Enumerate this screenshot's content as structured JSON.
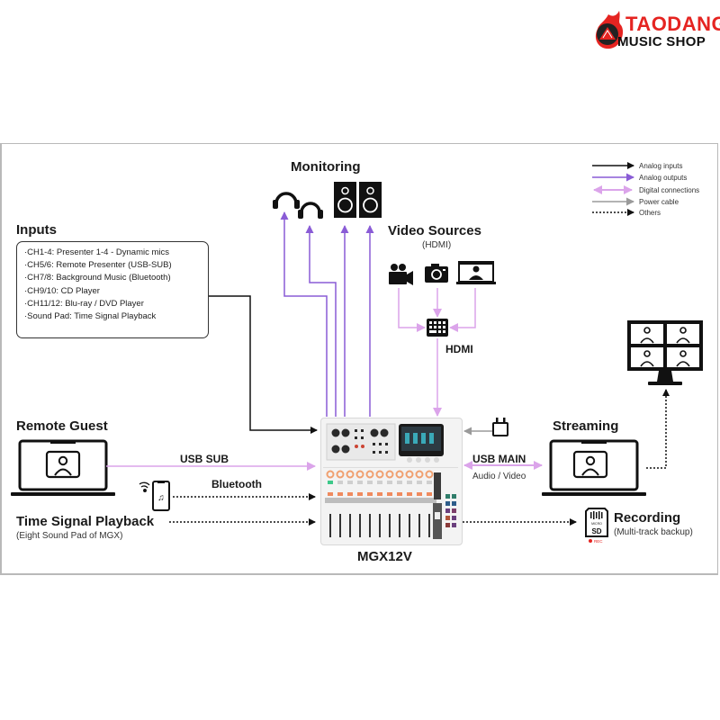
{
  "brand": {
    "name_top": "TAODANG",
    "name_bottom": "MUSIC SHOP",
    "accent_color": "#e52421"
  },
  "legend": {
    "items": [
      {
        "label": "Analog inputs",
        "style": "solid",
        "color": "#111111"
      },
      {
        "label": "Analog outputs",
        "style": "solid",
        "color": "#8a5cd6"
      },
      {
        "label": "Digital connections",
        "style": "double-arrow",
        "color": "#dba4ea"
      },
      {
        "label": "Power cable",
        "style": "solid",
        "color": "#9a9a9a"
      },
      {
        "label": "Others",
        "style": "dotted",
        "color": "#111111"
      }
    ]
  },
  "monitoring": {
    "title": "Monitoring",
    "devices": [
      "headphones-1",
      "headphones-2",
      "speaker-1",
      "speaker-2"
    ]
  },
  "inputs": {
    "title": "Inputs",
    "items": [
      "·CH1-4: Presenter 1-4 - Dynamic mics",
      "·CH5/6: Remote Presenter (USB-SUB)",
      "·CH7/8: Background Music (Bluetooth)",
      "·CH9/10: CD Player",
      "·CH11/12: Blu-ray / DVD Player",
      "·Sound Pad: Time Signal Playback"
    ]
  },
  "video_sources": {
    "title": "Video Sources",
    "subtitle": "(HDMI)",
    "devices": [
      "video-camera",
      "photo-camera",
      "computer"
    ],
    "switcher_label": "HDMI"
  },
  "remote_guest": {
    "title": "Remote Guest",
    "connection_label": "USB SUB"
  },
  "bluetooth": {
    "label": "Bluetooth"
  },
  "time_signal": {
    "title": "Time Signal Playback",
    "subtitle": "(Eight Sound Pad of MGX)"
  },
  "mixer": {
    "model": "MGX12V",
    "channel_count": 12
  },
  "usb_main": {
    "label": "USB MAIN",
    "sublabel": "Audio / Video"
  },
  "streaming": {
    "title": "Streaming"
  },
  "recording": {
    "title": "Recording",
    "subtitle": "(Multi-track backup)",
    "card_top": "MICRO",
    "card_label": "SD",
    "rec_label": "REC"
  }
}
